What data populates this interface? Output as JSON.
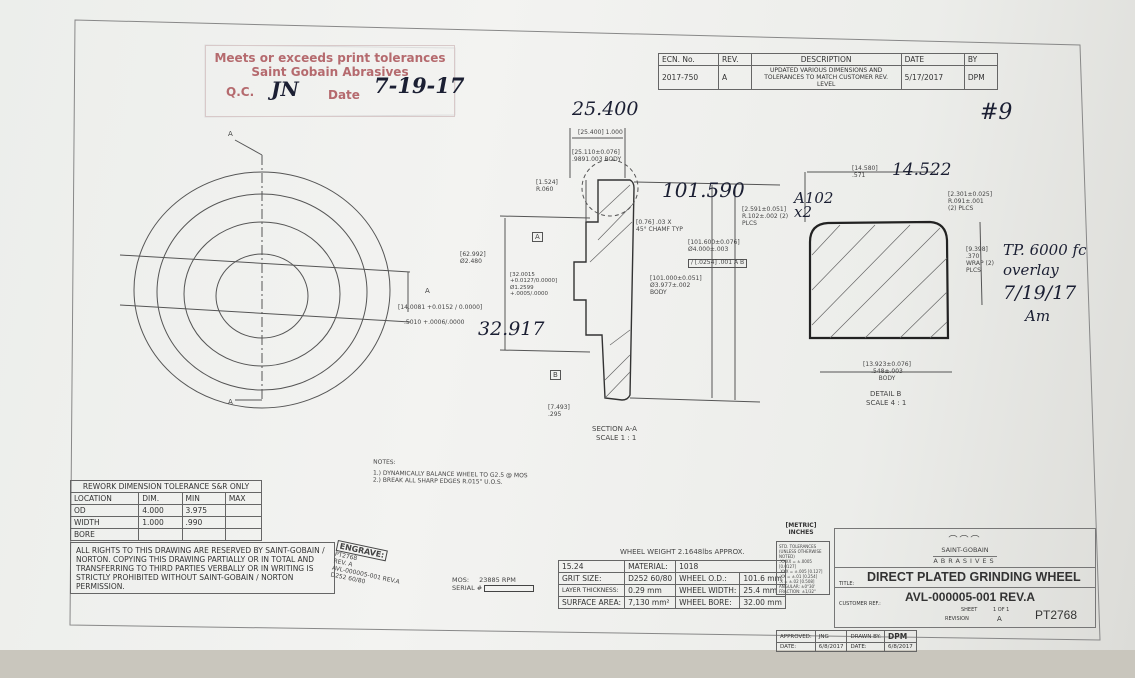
{
  "qc_stamp": {
    "line1": "Meets or exceeds print tolerances",
    "line2": "Saint Gobain Abrasives",
    "qc_label": "Q.C.",
    "qc_initials": "JN",
    "date_label": "Date",
    "date_value": "7-19-17"
  },
  "revision_table": {
    "headers": [
      "ECN. No.",
      "REV.",
      "DESCRIPTION",
      "DATE",
      "BY"
    ],
    "row": [
      "2017-750",
      "A",
      "UPDATED VARIOUS DIMENSIONS AND TOLERANCES TO MATCH CUSTOMER REV. LEVEL",
      "5/17/2017",
      "DPM"
    ]
  },
  "handwritten": {
    "sheet_number": "#9",
    "width_measured": "25.400",
    "od_measured": "101.590",
    "bore_measured": "32.917",
    "detail_width_measured": "14.522",
    "radius_note": "A102 x2",
    "overlay_note": [
      "TP. 6000 fc",
      "overlay",
      "7/19/17",
      "Am"
    ]
  },
  "front_view": {
    "section_marker_top": "A",
    "section_marker_bottom": "A",
    "datum": "A",
    "bore_dim": "[14.0081 +0.0152 / 0.0000]",
    "bore_dim_in": ".5010 +.0006/.0000"
  },
  "section_aa": {
    "width_dim": "[25.400] 1.000",
    "body_width_dim": "[25.110±0.076] .9891.003 BODY",
    "radius_dim": "[1.524] R.060",
    "hub_dim": "[62.992] Ø2.480",
    "datum_a": "A",
    "datum_b": "B",
    "bore_dim": "[32.0015 +0.0127/0.0000] Ø1.2599 +.0005/.0000",
    "chamfer": "[0.76] .03 X 45° CHAMF TYP",
    "od_dim": "[101.600±0.076] Ø4.000±.003",
    "runout": "∕ [.0254] .001 A B",
    "body_od_dim": "[101.000±0.051] Ø3.977±.002 BODY",
    "radius_2plcs": "[2.591±0.051] R.102±.002 (2) PLCS",
    "offset_dim": "[7.493] .295",
    "title": "SECTION A-A",
    "scale": "SCALE 1 : 1"
  },
  "detail_b": {
    "width_dim": "[14.580] .571",
    "corner_dim": "[2.301±0.025] R.091±.001 (2) PLCS",
    "wrap_dim": "[9.398] .370 WRAP (2) PLCS",
    "body_dim": "[13.923±0.076] .548±.003 BODY",
    "title": "DETAIL B",
    "scale": "SCALE 4 : 1"
  },
  "notes": {
    "heading": "NOTES:",
    "items": [
      "1.) DYNAMICALLY BALANCE WHEEL TO G2.5 @ MOS",
      "2.) BREAK ALL SHARP EDGES R.015\" U.O.S."
    ]
  },
  "rework_table": {
    "title": "REWORK DIMENSION TOLERANCE S&R ONLY",
    "headers": [
      "LOCATION",
      "DIM.",
      "MIN",
      "MAX"
    ],
    "rows": [
      [
        "OD",
        "4.000",
        "3.975",
        ""
      ],
      [
        "WIDTH",
        "1.000",
        ".990",
        ""
      ],
      [
        "BORE",
        "",
        "",
        ""
      ]
    ]
  },
  "rights": "ALL RIGHTS TO THIS DRAWING ARE RESERVED BY SAINT-GOBAIN / NORTON. COPYING THIS DRAWING PARTIALLY OR IN TOTAL AND TRANSFERRING TO THIRD PARTIES VERBALLY OR IN WRITING IS STRICTLY PROHIBITED WITHOUT SAINT-GOBAIN / NORTON PERMISSION.",
  "engrave": {
    "label": "ENGRAVE:",
    "lines": [
      "PT2768",
      "REV. A",
      "AVL-000005-001 REV.A",
      "D252 60/80"
    ]
  },
  "mos": {
    "label": "MOS:",
    "value": "23885 RPM",
    "serial_label": "SERIAL #"
  },
  "spec_table": {
    "wheel_weight": "WHEEL WEIGHT  2.1648lbs APPROX.",
    "rows": [
      [
        "15.24",
        "MATERIAL:",
        "1018",
        ""
      ],
      [
        "GRIT SIZE:",
        "D252 60/80",
        "WHEEL O.D.:",
        "101.6 mm"
      ],
      [
        "LAYER THICKNESS:",
        "0.29 mm",
        "WHEEL WIDTH:",
        "25.4 mm"
      ],
      [
        "SURFACE AREA:",
        "7,130 mm²",
        "WHEEL BORE:",
        "32.00 mm"
      ]
    ]
  },
  "units": {
    "metric": "[METRIC]",
    "inches": "INCHES"
  },
  "tolerances": [
    "STD. TOLERANCES",
    "(UNLESS OTHERWISE NOTED)",
    ".XXXX = ±.0005 [0.0127]",
    ".XXX = ±.005 [0.127]",
    ".XX = ±.01 [0.254]",
    ".X = ±.02 [0.508]",
    "ANGULAR: ±0°30'",
    "FRACTION: ±1/32\""
  ],
  "approvals": {
    "approved_label": "APPROVED:",
    "approved_by": "JNG",
    "drawn_label": "DRAWN BY:",
    "drawn_by": "DPM",
    "date_label": "DATE:",
    "date1": "6/8/2017",
    "date2": "6/8/2017"
  },
  "title_block": {
    "brand": "SAINT-GOBAIN",
    "brand_sub": "ABRASIVES",
    "title_label": "TITLE:",
    "title": "DIRECT PLATED GRINDING WHEEL",
    "customer_ref_label": "CUSTOMER REF.:",
    "part_number": "AVL-000005-001 REV.A",
    "sheet_label": "SHEET",
    "sheet": "1 OF 1",
    "revision_label": "REVISION",
    "revision": "A",
    "pt_number": "PT2768"
  },
  "colors": {
    "stamp": "#b56a6e",
    "ink": "#1b1f33",
    "line": "#555555"
  }
}
